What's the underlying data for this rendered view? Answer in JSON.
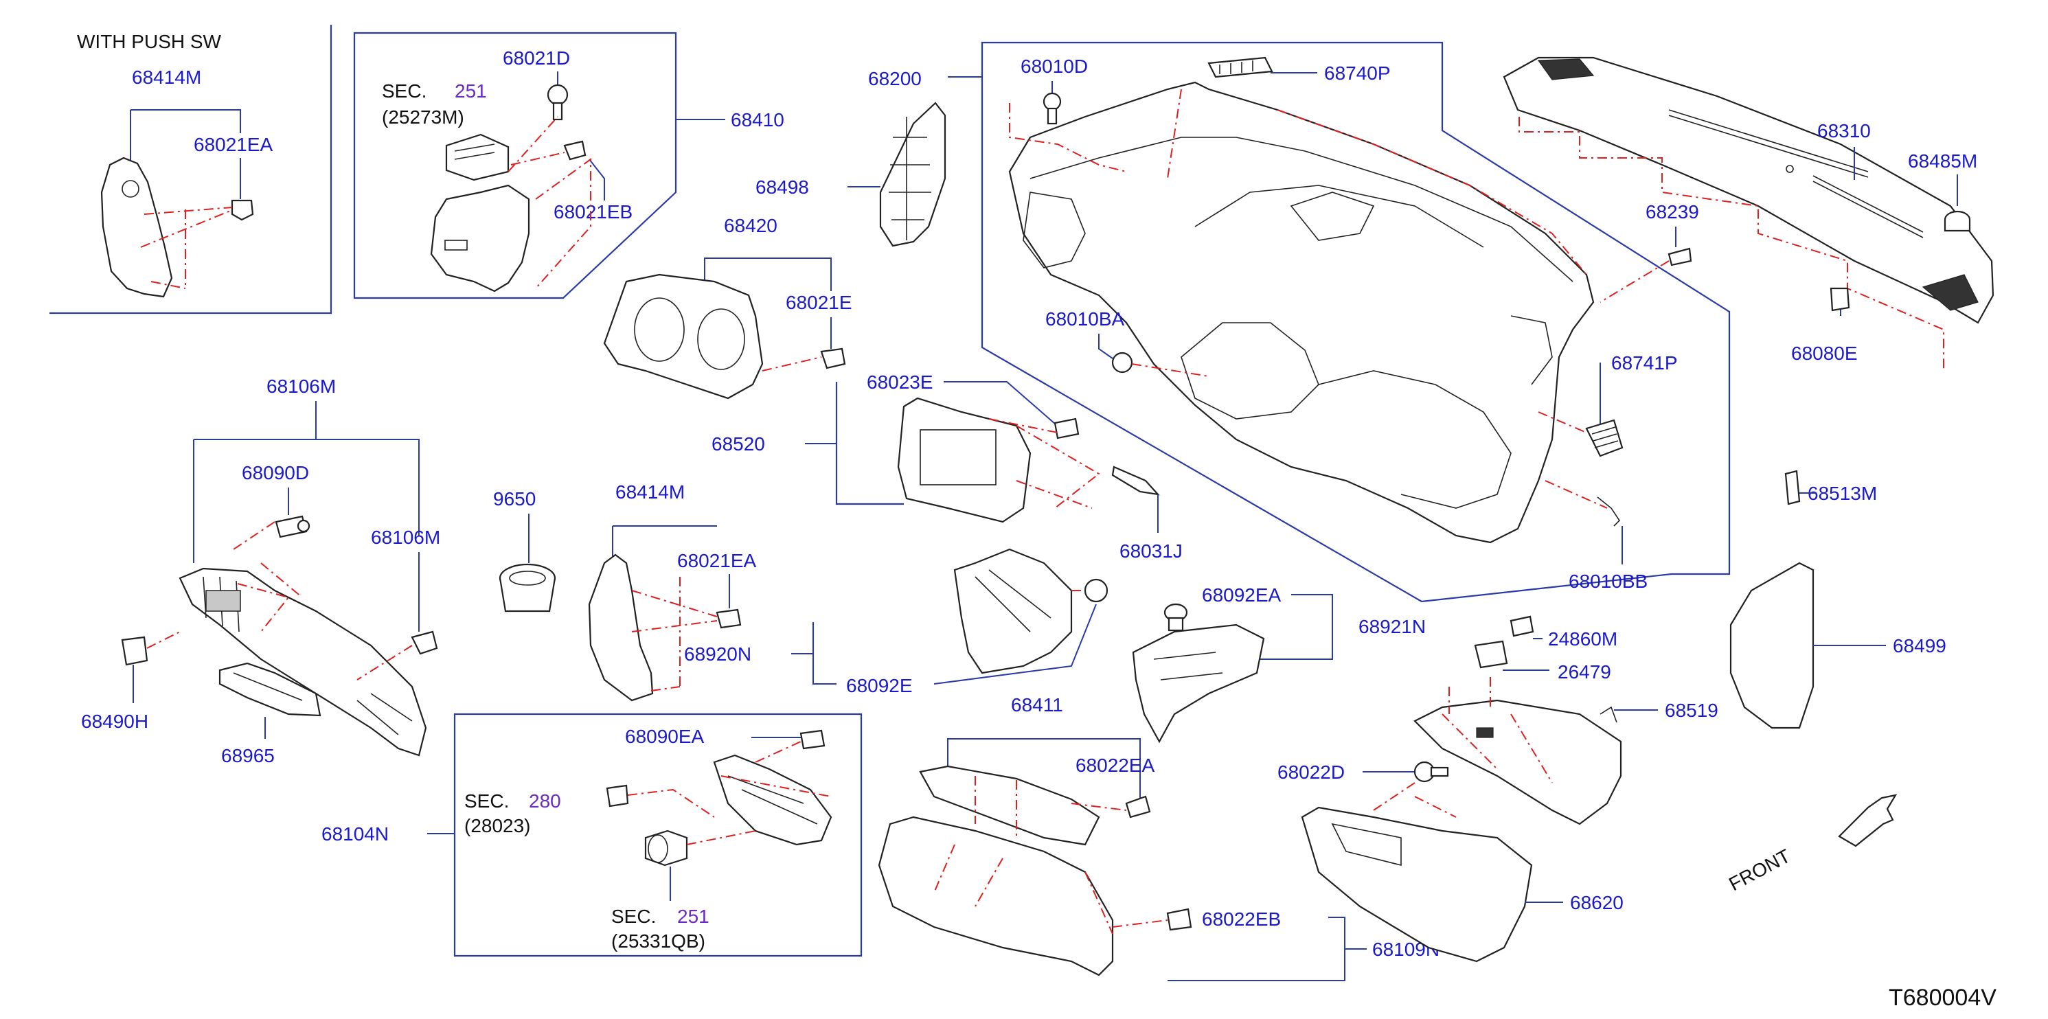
{
  "colors": {
    "label": "#1a1acc",
    "section": "#6a2ac8",
    "text": "#111111",
    "leader": "#2a3aa8",
    "dashed": "#e02020"
  },
  "header": {
    "note": "WITH   PUSH   SW"
  },
  "labels": {
    "p68414M_a": "68414M",
    "p68021EA_a": "68021EA",
    "p68021D_a": "68021D",
    "p68410": "68410",
    "p68021EB": "68021EB",
    "p68200": "68200",
    "p68010D": "68010D",
    "p68740P": "68740P",
    "p68310": "68310",
    "p68485M": "68485M",
    "p68498": "68498",
    "p68420": "68420",
    "p68021E": "68021E",
    "p68239": "68239",
    "p68080E": "68080E",
    "p68010BA": "68010BA",
    "p68741P": "68741P",
    "p68106M": "68106M",
    "p68023E": "68023E",
    "p68520": "68520",
    "p68090D": "68090D",
    "p96501": "9650",
    "p68414M_b": "68414M",
    "p68513M": "68513M",
    "p68021EA_b": "68021EA",
    "p68031J": "68031J",
    "p68010BB": "68010BB",
    "p68092EA": "68092EA",
    "p68921N": "68921N",
    "p68490H": "68490H",
    "p68920N": "68920N",
    "p24860M": "24860M",
    "p68499": "68499",
    "p68092E": "68092E",
    "p26479": "26479",
    "p68965": "68965",
    "p68411": "68411",
    "p68519": "68519",
    "p68090EA": "68090EA",
    "p68022EA": "68022EA",
    "p68022D": "68022D",
    "p68104N": "68104N",
    "p68620": "68620",
    "p68022EB": "68022EB",
    "p68109N": "68109N"
  },
  "sections": {
    "s251_a": {
      "prefix": "SEC.",
      "number": "251",
      "code": "(25273M)"
    },
    "s280": {
      "prefix": "SEC.",
      "number": "280",
      "code": "(28023)"
    },
    "s251_b": {
      "prefix": "SEC.",
      "number": "251",
      "code": "(25331QB)"
    }
  },
  "front_label": "FRONT",
  "reference": "T680004V"
}
